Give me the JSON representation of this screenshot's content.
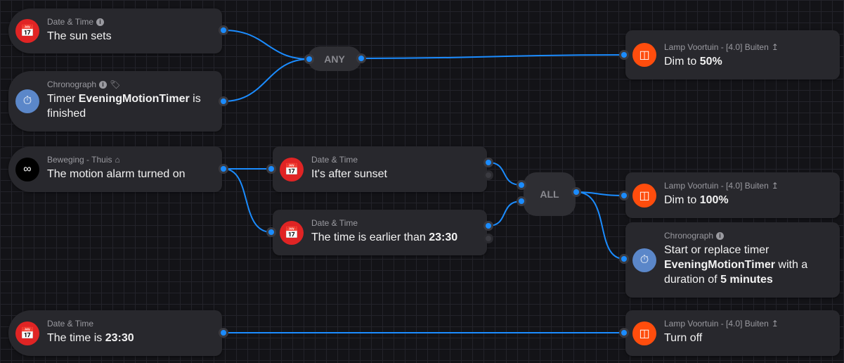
{
  "colors": {
    "wire": "#1b8cff",
    "datetime": "#e02424",
    "chrono": "#5b87c9",
    "lamp": "#ff4d0d",
    "motion": "#000000"
  },
  "cards": {
    "sun_sets": {
      "app": "Date & Time",
      "text": "The sun sets",
      "icon": "calendar-clock-icon"
    },
    "timer_finished": {
      "app": "Chronograph",
      "pre": "Timer",
      "timer": "EveningMotionTimer",
      "post": "is finished",
      "icon": "stopwatch-icon"
    },
    "motion": {
      "app": "Beweging - Thuis",
      "text": "The motion alarm turned on",
      "icon": "motion-sensor-icon"
    },
    "after_sunset": {
      "app": "Date & Time",
      "text": "It's after sunset"
    },
    "earlier_than": {
      "app": "Date & Time",
      "pre": "The time is earlier than",
      "value": "23:30"
    },
    "time_is": {
      "app": "Date & Time",
      "pre": "The time is",
      "value": "23:30"
    },
    "lamp_dim50": {
      "app": "Lamp Voortuin - [4.0] Buiten",
      "pre": "Dim to",
      "value": "50%"
    },
    "lamp_dim100": {
      "app": "Lamp Voortuin - [4.0] Buiten",
      "pre": "Dim to",
      "value": "100%"
    },
    "start_timer": {
      "app": "Chronograph",
      "pre": "Start or replace timer",
      "timer": "EveningMotionTimer",
      "mid": "with a duration of",
      "amount": "5",
      "unit": "minutes"
    },
    "lamp_off": {
      "app": "Lamp Voortuin - [4.0] Buiten",
      "text": "Turn off"
    }
  },
  "gates": {
    "any": "ANY",
    "all": "ALL"
  }
}
